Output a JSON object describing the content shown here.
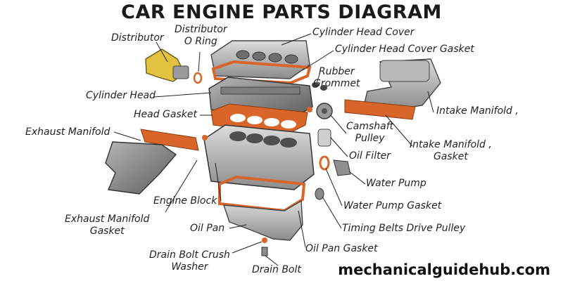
{
  "title": "CAR ENGINE PARTS DIAGRAM",
  "website": "mechanicalguidehub.com",
  "labels": {
    "distributor": "Distributor",
    "distributor_o_ring": [
      "Distributor",
      "O Ring"
    ],
    "cylinder_head_cover": "Cylinder Head Cover",
    "cylinder_head_cover_gasket": "Cylinder Head Cover Gasket",
    "rubber_grommet": [
      "Rubber",
      "Grommet"
    ],
    "intake_manifold": "Intake Manifold ,",
    "cylinder_head": "Cylinder Head",
    "head_gasket": "Head Gasket",
    "camshaft_pulley": [
      "Camshaft",
      "Pulley"
    ],
    "intake_manifold_gasket": [
      "Intake Manifold ,",
      "Gasket"
    ],
    "exhaust_manifold": "Exhaust Manifold",
    "oil_filter": "Oil Filter",
    "water_pump": "Water Pump",
    "engine_block": "Engine Block",
    "water_pump_gasket": "Water Pump Gasket",
    "exhaust_manifold_gasket": [
      "Exhaust Manifold",
      "Gasket"
    ],
    "oil_pan": "Oil Pan",
    "timing_belts_drive_pulley": "Timing Belts Drive Pulley",
    "drain_bolt_crush_washer": [
      "Drain Bolt Crush",
      "Washer"
    ],
    "oil_pan_gasket": "Oil Pan Gasket",
    "drain_bolt": "Drain Bolt"
  },
  "colors": {
    "gasket": "#d9652b",
    "metal_light": "#c9c9c9",
    "metal_mid": "#9a9a9a",
    "metal_dark": "#5f5f5f",
    "distributor": "#e2c23e",
    "leader_line": "#222222"
  }
}
